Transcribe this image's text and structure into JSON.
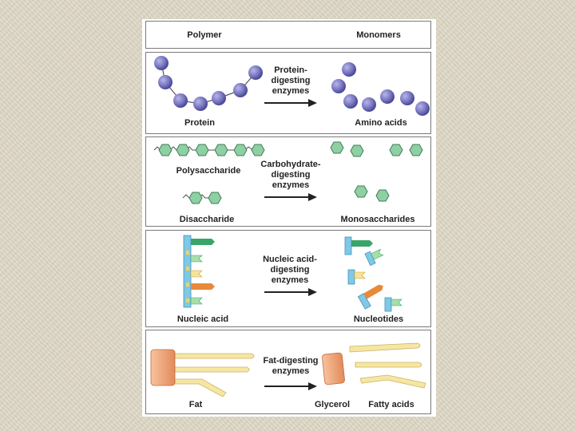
{
  "header": {
    "left": "Polymer",
    "right": "Monomers"
  },
  "panels": {
    "protein": {
      "polymer": "Protein",
      "enzyme": "Protein-\ndigesting\nenzymes",
      "monomer": "Amino acids"
    },
    "carbohydrate": {
      "polymer_a": "Polysaccharide",
      "polymer_b": "Disaccharide",
      "enzyme": "Carbohydrate-\ndigesting\nenzymes",
      "monomer": "Monosaccharides"
    },
    "nucleic": {
      "polymer": "Nucleic acid",
      "enzyme": "Nucleic acid-\ndigesting\nenzymes",
      "monomer": "Nucleotides"
    },
    "fat": {
      "polymer": "Fat",
      "enzyme": "Fat-digesting\nenzymes",
      "monomer_a": "Glycerol",
      "monomer_b": "Fatty acids"
    }
  },
  "colors": {
    "amino_acid": "#7a78c0",
    "sugar": "#8fcfa4",
    "nucleotide_green": "#3aa56a",
    "nucleotide_orange": "#e8893a",
    "nucleotide_blue": "#7ec8e8",
    "glycerol": "#f2a67a",
    "fatty_acid": "#f6e6a2",
    "arrow": "#222222",
    "panel_border": "#7a7a7a"
  }
}
